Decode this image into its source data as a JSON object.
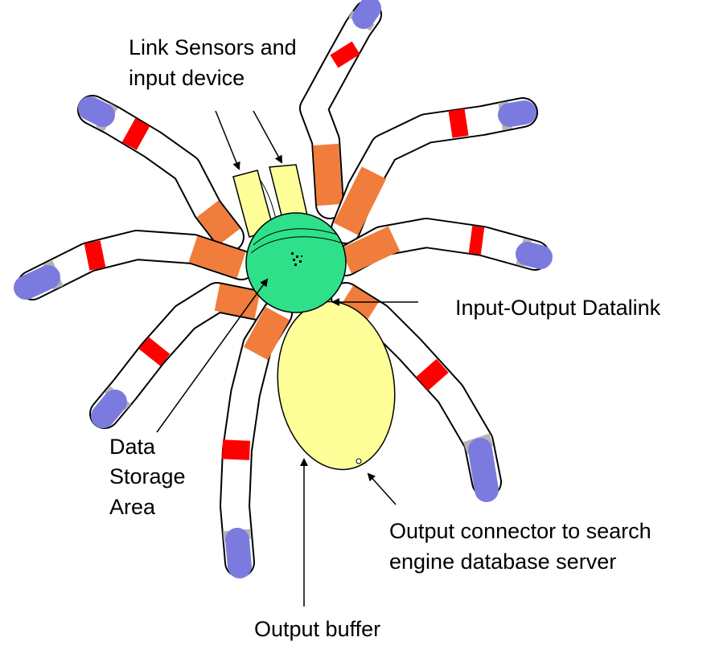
{
  "labels": {
    "link_sensors_line1": "Link Sensors and",
    "link_sensors_line2": "input device",
    "io_datalink": "Input-Output Datalink",
    "data_storage_line1": "Data",
    "data_storage_line2": "Storage",
    "data_storage_line3": "Area",
    "output_connector_line1": "Output connector to search",
    "output_connector_line2": "engine database server",
    "output_buffer": "Output buffer"
  },
  "colors": {
    "leg_segment": "#ffffff",
    "leg_band": "#ff0000",
    "leg_gray_band": "#b4b4b4",
    "leg_tip": "#7b7bdf",
    "leg_base": "#f07d3c",
    "head": "#2ee08a",
    "abdomen": "#ffff9a",
    "sensors": "#ffff9a",
    "outline": "#000000"
  }
}
